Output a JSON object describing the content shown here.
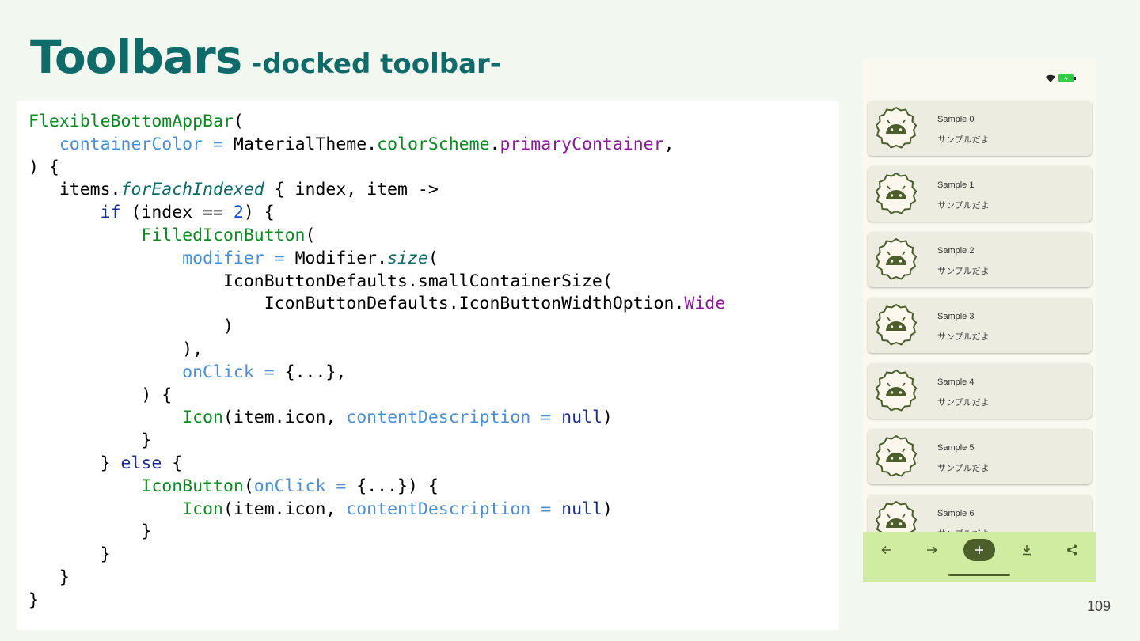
{
  "slide": {
    "title": "Toolbars",
    "subtitle": "-docked toolbar-",
    "page_number": "109"
  },
  "code": {
    "lines": [
      [
        {
          "t": "FlexibleBottomAppBar",
          "c": "fn"
        },
        {
          "t": "(",
          "c": "plain"
        }
      ],
      [
        {
          "t": "   ",
          "c": "plain"
        },
        {
          "t": "containerColor",
          "c": "param"
        },
        {
          "t": " = ",
          "c": "param"
        },
        {
          "t": "MaterialTheme.",
          "c": "plain"
        },
        {
          "t": "colorScheme",
          "c": "prop"
        },
        {
          "t": ".",
          "c": "plain"
        },
        {
          "t": "primaryContainer",
          "c": "enum"
        },
        {
          "t": ",",
          "c": "plain"
        }
      ],
      [
        {
          "t": ") {",
          "c": "plain"
        }
      ],
      [
        {
          "t": "   items.",
          "c": "plain"
        },
        {
          "t": "forEachIndexed",
          "c": "ext"
        },
        {
          "t": " { index, item ->",
          "c": "plain"
        }
      ],
      [
        {
          "t": "       ",
          "c": "plain"
        },
        {
          "t": "if",
          "c": "kw"
        },
        {
          "t": " (index == ",
          "c": "plain"
        },
        {
          "t": "2",
          "c": "num"
        },
        {
          "t": ") {",
          "c": "plain"
        }
      ],
      [
        {
          "t": "           ",
          "c": "plain"
        },
        {
          "t": "FilledIconButton",
          "c": "fn"
        },
        {
          "t": "(",
          "c": "plain"
        }
      ],
      [
        {
          "t": "               ",
          "c": "plain"
        },
        {
          "t": "modifier",
          "c": "param"
        },
        {
          "t": " = ",
          "c": "param"
        },
        {
          "t": "Modifier.",
          "c": "plain"
        },
        {
          "t": "size",
          "c": "ext"
        },
        {
          "t": "(",
          "c": "plain"
        }
      ],
      [
        {
          "t": "                   IconButtonDefaults.smallContainerSize(",
          "c": "plain"
        }
      ],
      [
        {
          "t": "                       IconButtonDefaults.IconButtonWidthOption.",
          "c": "plain"
        },
        {
          "t": "Wide",
          "c": "enum"
        }
      ],
      [
        {
          "t": "                   )",
          "c": "plain"
        }
      ],
      [
        {
          "t": "               ),",
          "c": "plain"
        }
      ],
      [
        {
          "t": "               ",
          "c": "plain"
        },
        {
          "t": "onClick",
          "c": "param"
        },
        {
          "t": " = ",
          "c": "param"
        },
        {
          "t": "{...},",
          "c": "plain"
        }
      ],
      [
        {
          "t": "           ) {",
          "c": "plain"
        }
      ],
      [
        {
          "t": "               ",
          "c": "plain"
        },
        {
          "t": "Icon",
          "c": "fn"
        },
        {
          "t": "(item.icon, ",
          "c": "plain"
        },
        {
          "t": "contentDescription",
          "c": "param"
        },
        {
          "t": " = ",
          "c": "param"
        },
        {
          "t": "null",
          "c": "kw"
        },
        {
          "t": ")",
          "c": "plain"
        }
      ],
      [
        {
          "t": "           }",
          "c": "plain"
        }
      ],
      [
        {
          "t": "       } ",
          "c": "plain"
        },
        {
          "t": "else",
          "c": "kw"
        },
        {
          "t": " {",
          "c": "plain"
        }
      ],
      [
        {
          "t": "           ",
          "c": "plain"
        },
        {
          "t": "IconButton",
          "c": "fn"
        },
        {
          "t": "(",
          "c": "plain"
        },
        {
          "t": "onClick",
          "c": "param"
        },
        {
          "t": " = ",
          "c": "param"
        },
        {
          "t": "{...}) {",
          "c": "plain"
        }
      ],
      [
        {
          "t": "               ",
          "c": "plain"
        },
        {
          "t": "Icon",
          "c": "fn"
        },
        {
          "t": "(item.icon, ",
          "c": "plain"
        },
        {
          "t": "contentDescription",
          "c": "param"
        },
        {
          "t": " = ",
          "c": "param"
        },
        {
          "t": "null",
          "c": "kw"
        },
        {
          "t": ")",
          "c": "plain"
        }
      ],
      [
        {
          "t": "           }",
          "c": "plain"
        }
      ],
      [
        {
          "t": "       }",
          "c": "plain"
        }
      ],
      [
        {
          "t": "   }",
          "c": "plain"
        }
      ],
      [
        {
          "t": "}",
          "c": "plain"
        }
      ]
    ]
  },
  "phone": {
    "status_icons": [
      "wifi-icon",
      "battery-charging-icon"
    ],
    "cards": [
      {
        "title": "Sample 0",
        "subtitle": "サンプルだよ"
      },
      {
        "title": "Sample 1",
        "subtitle": "サンプルだよ"
      },
      {
        "title": "Sample 2",
        "subtitle": "サンプルだよ"
      },
      {
        "title": "Sample 3",
        "subtitle": "サンプルだよ"
      },
      {
        "title": "Sample 4",
        "subtitle": "サンプルだよ"
      },
      {
        "title": "Sample 5",
        "subtitle": "サンプルだよ"
      },
      {
        "title": "Sample 6",
        "subtitle": "サンプルだよ"
      }
    ],
    "toolbar": {
      "buttons": [
        "arrow-back-icon",
        "arrow-forward-icon",
        "add-icon",
        "download-icon",
        "share-icon"
      ],
      "wide_button_index": 2
    }
  },
  "colors": {
    "title": "#0f6a6a",
    "toolbar_bg": "#cfeca0",
    "accent_dark_green": "#4b5e2c",
    "card_bg": "#ecede0"
  }
}
